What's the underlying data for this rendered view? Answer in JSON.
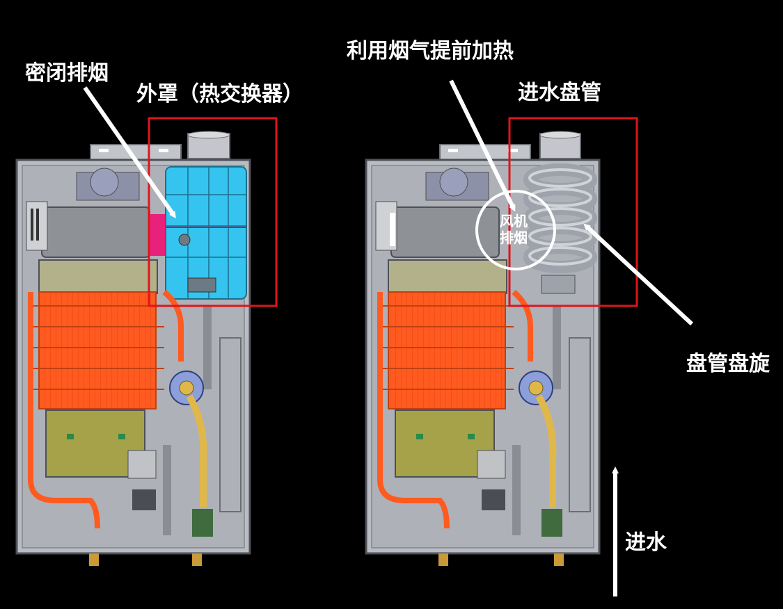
{
  "left_unit": {
    "label_sealed_exhaust": "密闭排烟",
    "label_cover": "外罩（热交换器）"
  },
  "right_unit": {
    "label_flue_preheat": "利用烟气提前加热",
    "label_inlet_coil": "进水盘管",
    "label_fan_exhaust_line1": "风机",
    "label_fan_exhaust_line2": "排烟",
    "label_coil_spiral": "盘管盘旋",
    "label_water_in": "进水"
  },
  "colors": {
    "background": "#000000",
    "highlight_box": "#e0141b",
    "arrow": "#ffffff",
    "heat_exchanger": "#ff5a1f",
    "cover_blue": "#35c4f0",
    "cover_pink": "#e8217a",
    "casing": "#b9bcc2",
    "coil": "#9ea3ab",
    "control_box": "#a5a24a",
    "gas_pipe": "#e0b84a"
  }
}
